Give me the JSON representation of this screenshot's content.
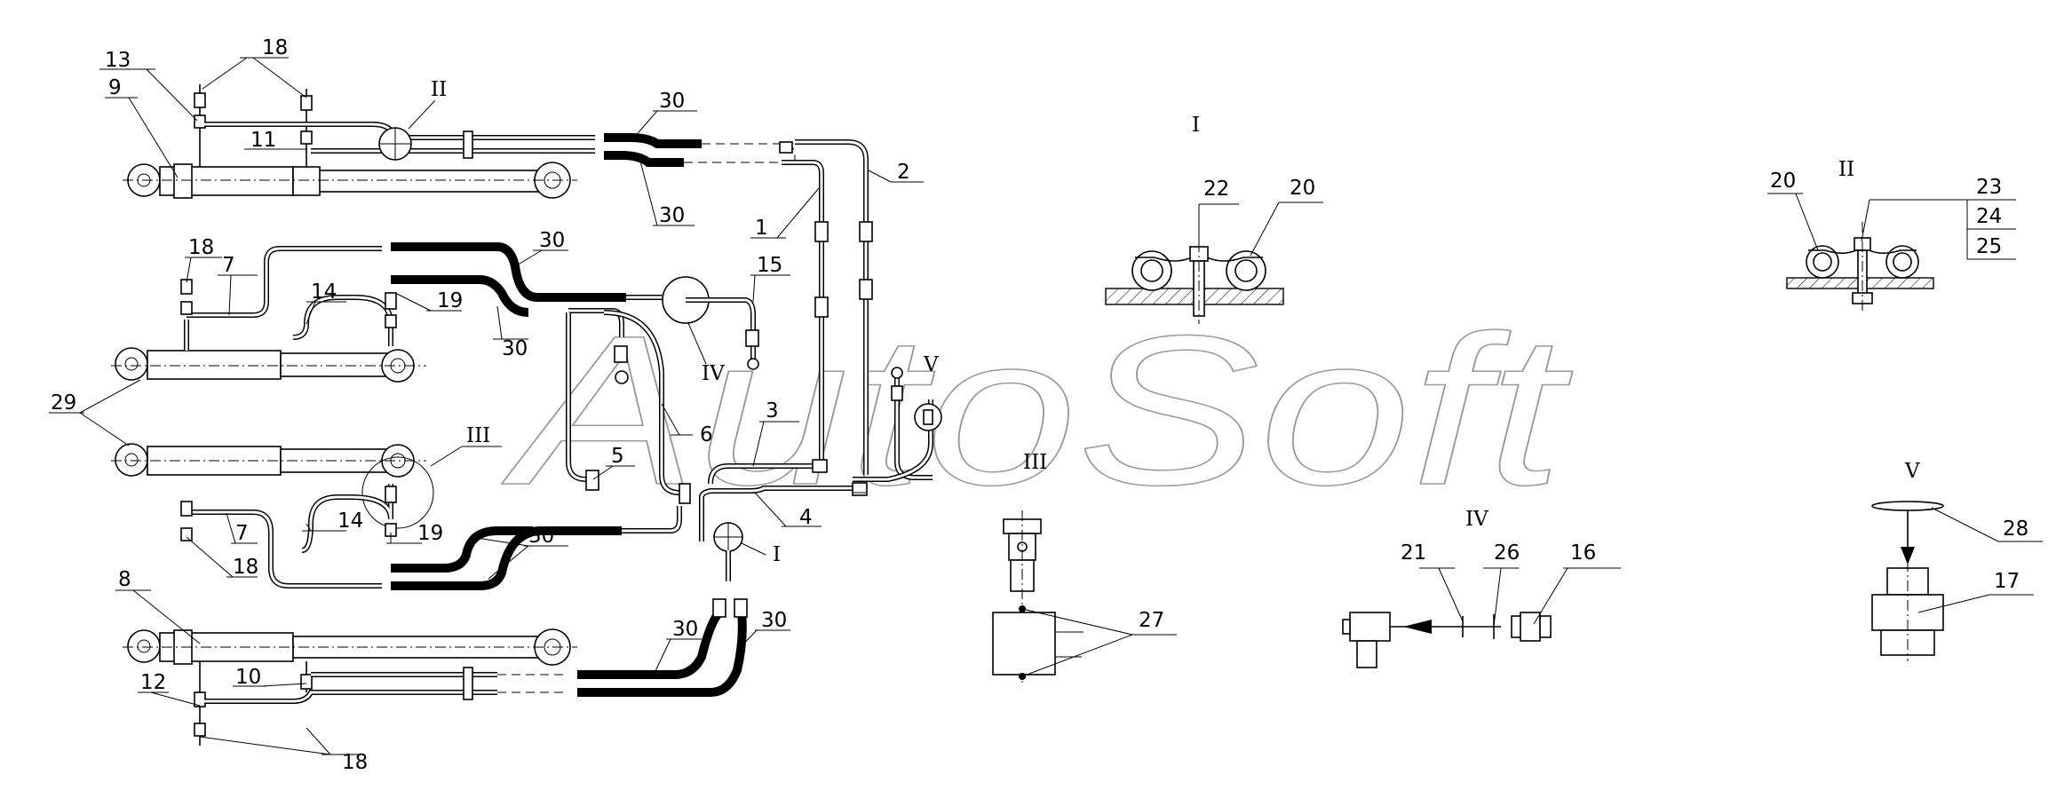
{
  "watermark": "AutoSoft",
  "callouts": {
    "c13": "13",
    "c18a": "18",
    "c9": "9",
    "c11": "11",
    "c30a": "30",
    "c2": "2",
    "c30b": "30",
    "c1": "1",
    "c18b": "18",
    "c7a": "7",
    "c30c": "30",
    "c14a": "14",
    "c19a": "19",
    "c15": "15",
    "c30d": "30",
    "c29": "29",
    "c6": "6",
    "c3": "3",
    "c5": "5",
    "c4": "4",
    "c14b": "14",
    "c19b": "19",
    "c7b": "7",
    "c18c": "18",
    "c30e": "30",
    "c8": "8",
    "c30f": "30",
    "c30g": "30",
    "c10": "10",
    "c12": "12",
    "c18d": "18"
  },
  "detail_markers": {
    "m_II": "II",
    "m_III": "III",
    "m_IV": "IV",
    "m_V": "V",
    "m_I": "I"
  },
  "details": {
    "I": {
      "title": "I",
      "labels": {
        "a": "22",
        "b": "20"
      }
    },
    "II": {
      "title": "II",
      "labels": {
        "a": "20",
        "b": "23",
        "c": "24",
        "d": "25"
      }
    },
    "III": {
      "title": "III",
      "labels": {
        "a": "27"
      }
    },
    "IV": {
      "title": "IV",
      "labels": {
        "a": "21",
        "b": "26",
        "c": "16"
      }
    },
    "V": {
      "title": "V",
      "labels": {
        "a": "28",
        "b": "17"
      }
    }
  }
}
